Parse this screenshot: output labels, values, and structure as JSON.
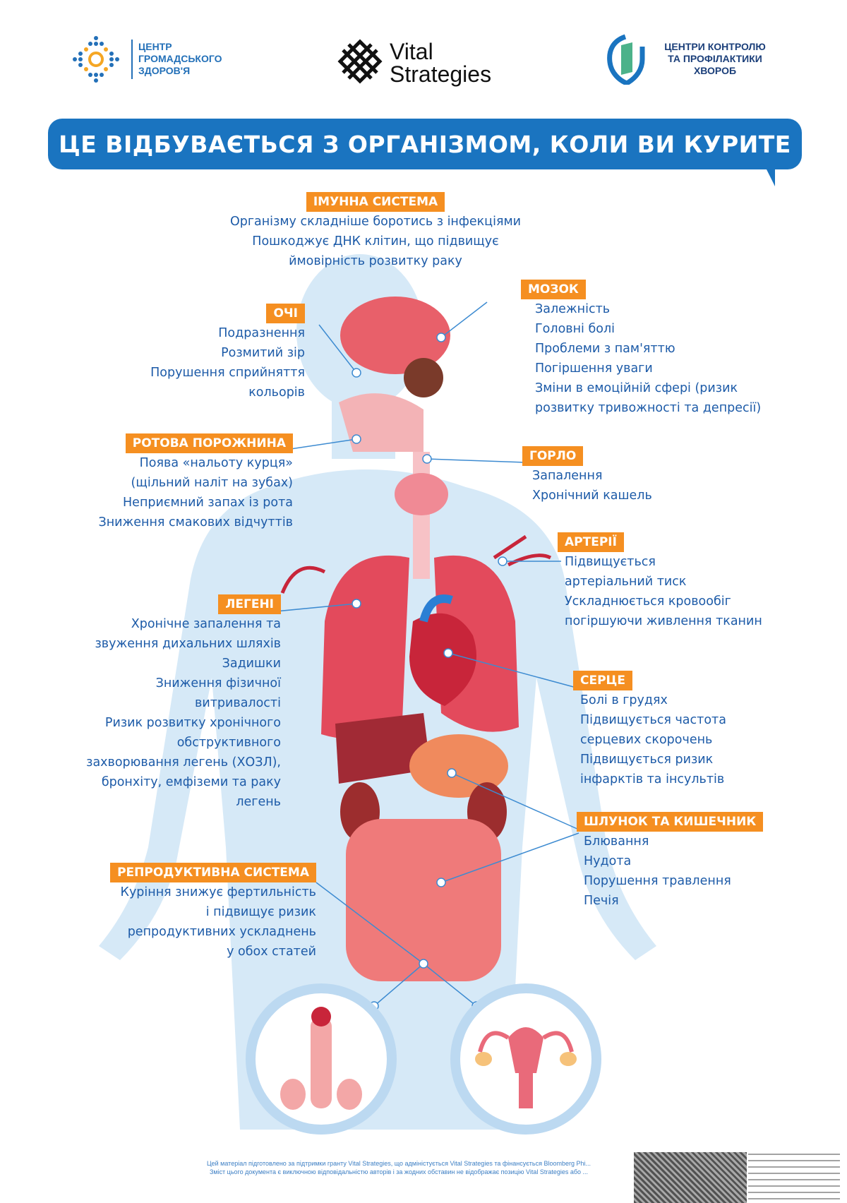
{
  "logos": {
    "phc": [
      "ЦЕНТР",
      "ГРОМАДСЬКОГО",
      "ЗДОРОВ'Я"
    ],
    "vital": [
      "Vital",
      "Strategies"
    ],
    "cdc": [
      "ЦЕНТРИ КОНТРОЛЮ",
      "ТА ПРОФІЛАКТИКИ",
      "ХВОРОБ"
    ]
  },
  "title": "ЦЕ ВІДБУВАЄТЬСЯ З ОРГАНІЗМОМ, КОЛИ ВИ КУРИТЕ",
  "colors": {
    "title_bg": "#1a74c0",
    "label_bg": "#f58f21",
    "text": "#1d5ba8",
    "body": "#d6e9f7"
  },
  "sections": {
    "immune": {
      "label": "ІМУННА СИСТЕМА",
      "lines": [
        "Організму складніше боротись з інфекціями",
        "Пошкоджує ДНК клітин, що підвищує",
        "ймовірність розвитку раку"
      ]
    },
    "brain": {
      "label": "МОЗОК",
      "lines": [
        "Залежність",
        "Головні болі",
        "Проблеми з пам'яттю",
        "Погіршення уваги",
        "Зміни в емоційній сфері (ризик",
        "розвитку тривожності та депресії)"
      ]
    },
    "eyes": {
      "label": "ОЧІ",
      "lines": [
        "Подразнення",
        "Розмитий зір",
        "Порушення сприйняття",
        "кольорів"
      ]
    },
    "mouth": {
      "label": "РОТОВА ПОРОЖНИНА",
      "lines": [
        "Поява «нальоту курця»",
        "(щільний наліт на зубах)",
        "Неприємний запах із рота",
        "Зниження смакових відчуттів"
      ]
    },
    "throat": {
      "label": "ГОРЛО",
      "lines": [
        "Запалення",
        "Хронічний кашель"
      ]
    },
    "arteries": {
      "label": "АРТЕРІЇ",
      "lines": [
        "Підвищується",
        "артеріальний тиск",
        "Ускладнюється кровообіг",
        "погіршуючи живлення тканин"
      ]
    },
    "lungs": {
      "label": "ЛЕГЕНІ",
      "lines": [
        "Хронічне запалення та",
        "звуження дихальних шляхів",
        "Задишки",
        "Зниження фізичної",
        "витривалості",
        "Ризик розвитку хронічного",
        "обструктивного",
        "захворювання легень (ХОЗЛ),",
        "бронхіту, емфіземи та раку",
        "легень"
      ]
    },
    "heart": {
      "label": "СЕРЦЕ",
      "lines": [
        "Болі в грудях",
        "Підвищується частота",
        "серцевих скорочень",
        "Підвищується ризик",
        "інфарктів та інсультів"
      ]
    },
    "stomach": {
      "label": "ШЛУНОК ТА КИШЕЧНИК",
      "lines": [
        "Блювання",
        "Нудота",
        "Порушення травлення",
        "Печія"
      ]
    },
    "repro": {
      "label": "РЕПРОДУКТИВНА СИСТЕМА",
      "lines": [
        "Куріння знижує фертильність",
        "і підвищує ризик",
        "репродуктивних ускладнень",
        "у обох статей"
      ]
    }
  },
  "footer": [
    "Цей матеріал підготовлено за підтримки гранту Vital Strategies, що адміністується Vital Strategies та фінансується Bloomberg Phi...",
    "Зміст цього документа є виключною відповідальністю авторів і за жодних обставин не відображає позицію Vital Strategies або ..."
  ]
}
